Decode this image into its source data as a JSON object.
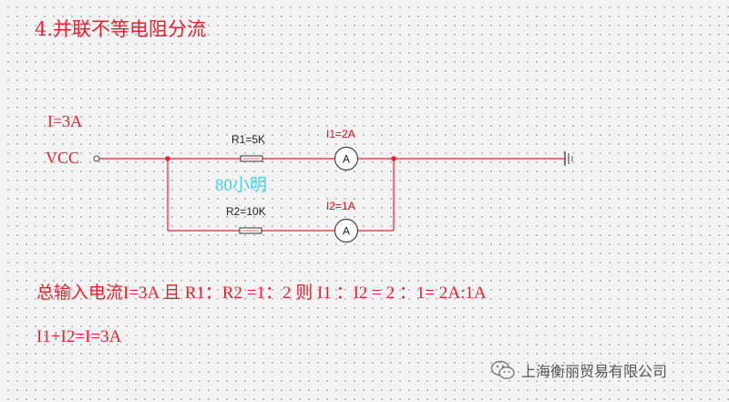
{
  "title": "4.并联不等电阻分流",
  "source_current": "I=3A",
  "source_label": "VCC",
  "branch1": {
    "resistor": "R1=5K",
    "meter_label": "I1=2A",
    "meter_symbol": "A"
  },
  "branch2": {
    "resistor": "R2=10K",
    "meter_label": "I2=1A",
    "meter_symbol": "A"
  },
  "watermark": "80小明",
  "summary_line1": "总输入电流I=3A  且 R1：R2 =1：2  则 I1 ：I2 = 2 ：1= 2A:1A",
  "summary_line2": "I1+I2=I=3A",
  "footer_text": "上海衡丽贸易有限公司",
  "colors": {
    "wire": "#e8212c",
    "text_dark_red": "#d01020",
    "dark_text": "#222222"
  }
}
